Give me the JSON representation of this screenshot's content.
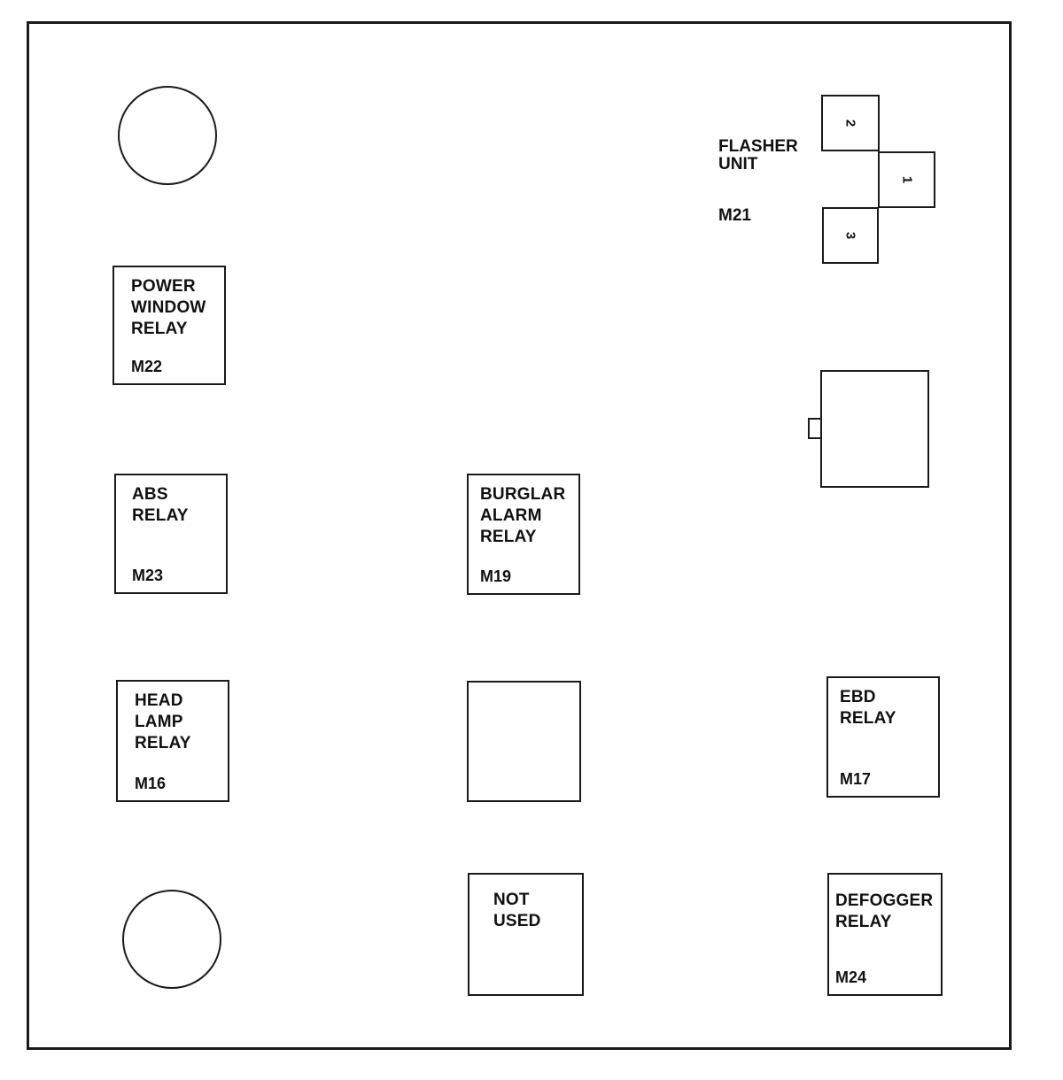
{
  "flasher": {
    "label": "FLASHER\nUNIT",
    "code": "M21",
    "pins": [
      "2",
      "1",
      "3"
    ]
  },
  "relays": {
    "power_window": {
      "label": "POWER\nWINDOW\nRELAY",
      "code": "M22"
    },
    "abs": {
      "label": "ABS\nRELAY",
      "code": "M23"
    },
    "burglar_alarm": {
      "label": "BURGLAR\nALARM\nRELAY",
      "code": "M19"
    },
    "head_lamp": {
      "label": "HEAD\nLAMP\nRELAY",
      "code": "M16"
    },
    "ebd": {
      "label": "EBD\nRELAY",
      "code": "M17"
    },
    "not_used": {
      "label": "NOT\nUSED"
    },
    "defogger": {
      "label": "DEFOGGER\nRELAY",
      "code": "M24"
    }
  }
}
